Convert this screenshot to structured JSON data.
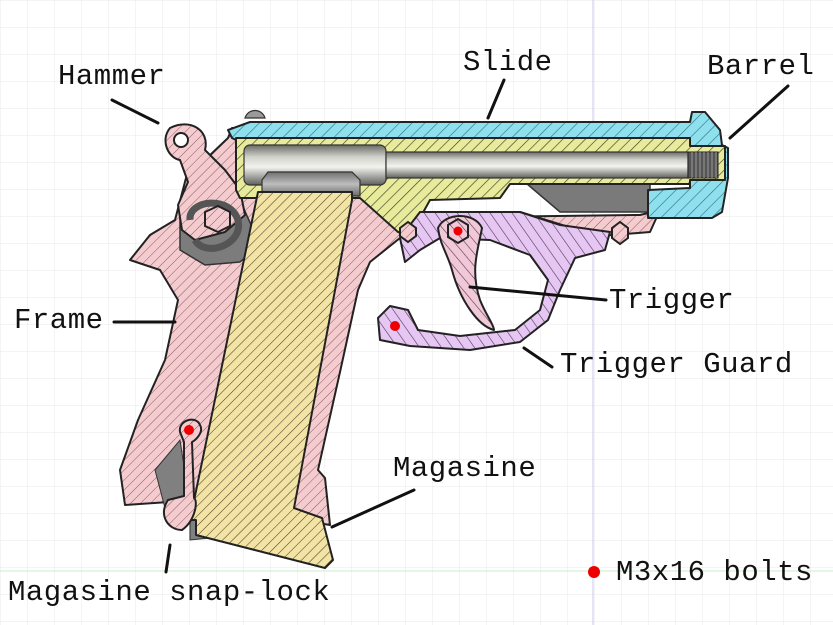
{
  "diagram": {
    "subject": "Pistol cross-section assembly",
    "labels": {
      "hammer": "Hammer",
      "slide": "Slide",
      "barrel": "Barrel",
      "frame": "Frame",
      "trigger": "Trigger",
      "trigger_guard": "Trigger Guard",
      "magazine": "Magasine",
      "magazine_snap_lock": "Magasine snap-lock"
    },
    "legend": {
      "bolt_marker_label": "M3x16 bolts",
      "bolt_marker_color": "#ee0000"
    },
    "colors": {
      "frame": "#f4cccf",
      "slide": "#8fe0ef",
      "barrel_sleeve": "#e8eb9c",
      "trigger_guard": "#e6c6f2",
      "magazine": "#f3e4a6",
      "steel": "#8c8c8c",
      "grid": "#e6e6e6",
      "axis_vertical": "#c9c9f2",
      "axis_horizontal": "#c8edc8"
    }
  }
}
